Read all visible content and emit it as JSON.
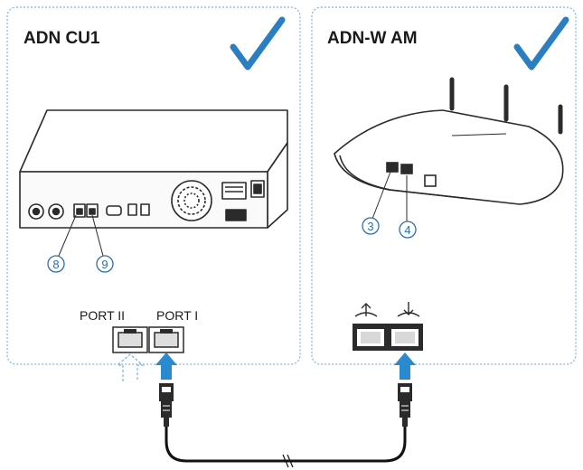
{
  "panels": {
    "left": {
      "title": "ADN CU1",
      "callouts": [
        "8",
        "9"
      ],
      "port_labels": [
        "PORT II",
        "PORT I"
      ]
    },
    "right": {
      "title": "ADN-W AM",
      "callouts": [
        "3",
        "4"
      ]
    }
  },
  "colors": {
    "panel_border": "#7fb3da",
    "check": "#2b7fc0",
    "arrow": "#2a8ad0",
    "callout": "#2a6fb0",
    "device": "#2b2b2b",
    "cable": "#111111"
  },
  "icons": [
    "checkmark-icon",
    "upload-icon",
    "download-icon",
    "arrow-up-icon",
    "rj45-port-icon",
    "rj45-plug-icon"
  ]
}
